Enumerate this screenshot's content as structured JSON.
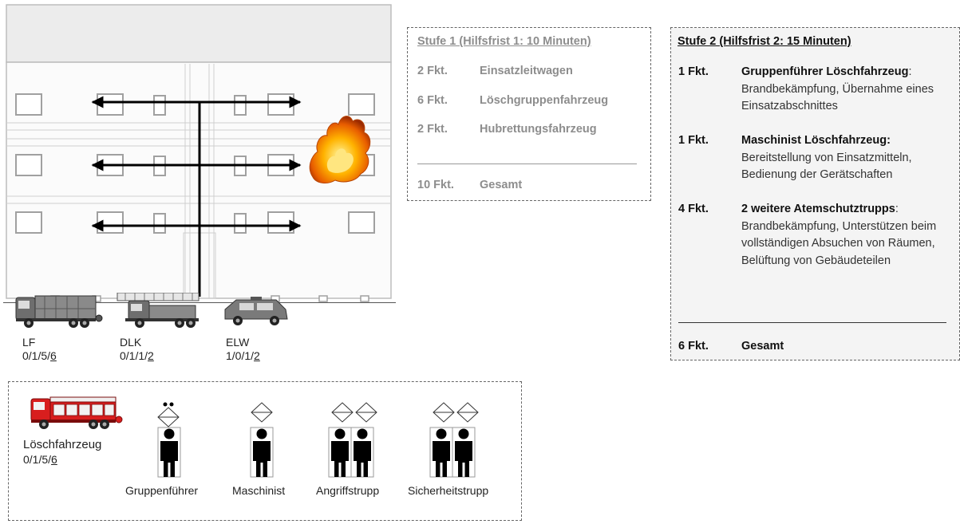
{
  "vehicles": [
    {
      "abbr": "LF",
      "strength_prefix": "0/1/5/",
      "strength_total": "6"
    },
    {
      "abbr": "DLK",
      "strength_prefix": "0/1/1/",
      "strength_total": "2"
    },
    {
      "abbr": "ELW",
      "strength_prefix": "1/0/1/",
      "strength_total": "2"
    }
  ],
  "stufe1": {
    "title": "Stufe 1 (Hilfsfrist 1: 10 Minuten)",
    "rows": [
      {
        "count": "2 Fkt.",
        "label": "Einsatzleitwagen"
      },
      {
        "count": "6 Fkt.",
        "label": "Löschgruppenfahrzeug"
      },
      {
        "count": "2 Fkt.",
        "label": "Hubrettungsfahrzeug"
      }
    ],
    "total_count": "10 Fkt.",
    "total_label": "Gesamt"
  },
  "stufe2": {
    "title": "Stufe 2 (Hilfsfrist 2: 15 Minuten)",
    "entries": [
      {
        "count": "1 Fkt.",
        "role": "Gruppenführer Löschfahrzeug",
        "sep": ":",
        "desc": "Brandbekämpfung, Übernahme eines Einsatzabschnittes"
      },
      {
        "count": "1 Fkt.",
        "role": "Maschinist Löschfahrzeug:",
        "sep": "",
        "desc": "Bereitstellung von Einsatzmitteln, Bedienung der Gerätschaften"
      },
      {
        "count": "4 Fkt.",
        "role": "2 weitere Atemschutztrupps",
        "sep": ":",
        "desc": "Brandbekämpfung, Unterstützen beim vollständigen Absuchen von Räumen, Belüftung von Gebäudeteilen"
      }
    ],
    "total_count": "6 Fkt.",
    "total_label": "Gesamt"
  },
  "crew": {
    "vehicle_name": "Löschfahrzeug",
    "strength_prefix": "0/1/5/",
    "strength_total": "6",
    "roles": [
      "Gruppenführer",
      "Maschinist",
      "Angriffstrupp",
      "Sicherheitstrupp"
    ]
  },
  "colors": {
    "fire_red": "#d81e1e",
    "truck_grey": "#6e6e6e",
    "arrow": "#000000"
  }
}
